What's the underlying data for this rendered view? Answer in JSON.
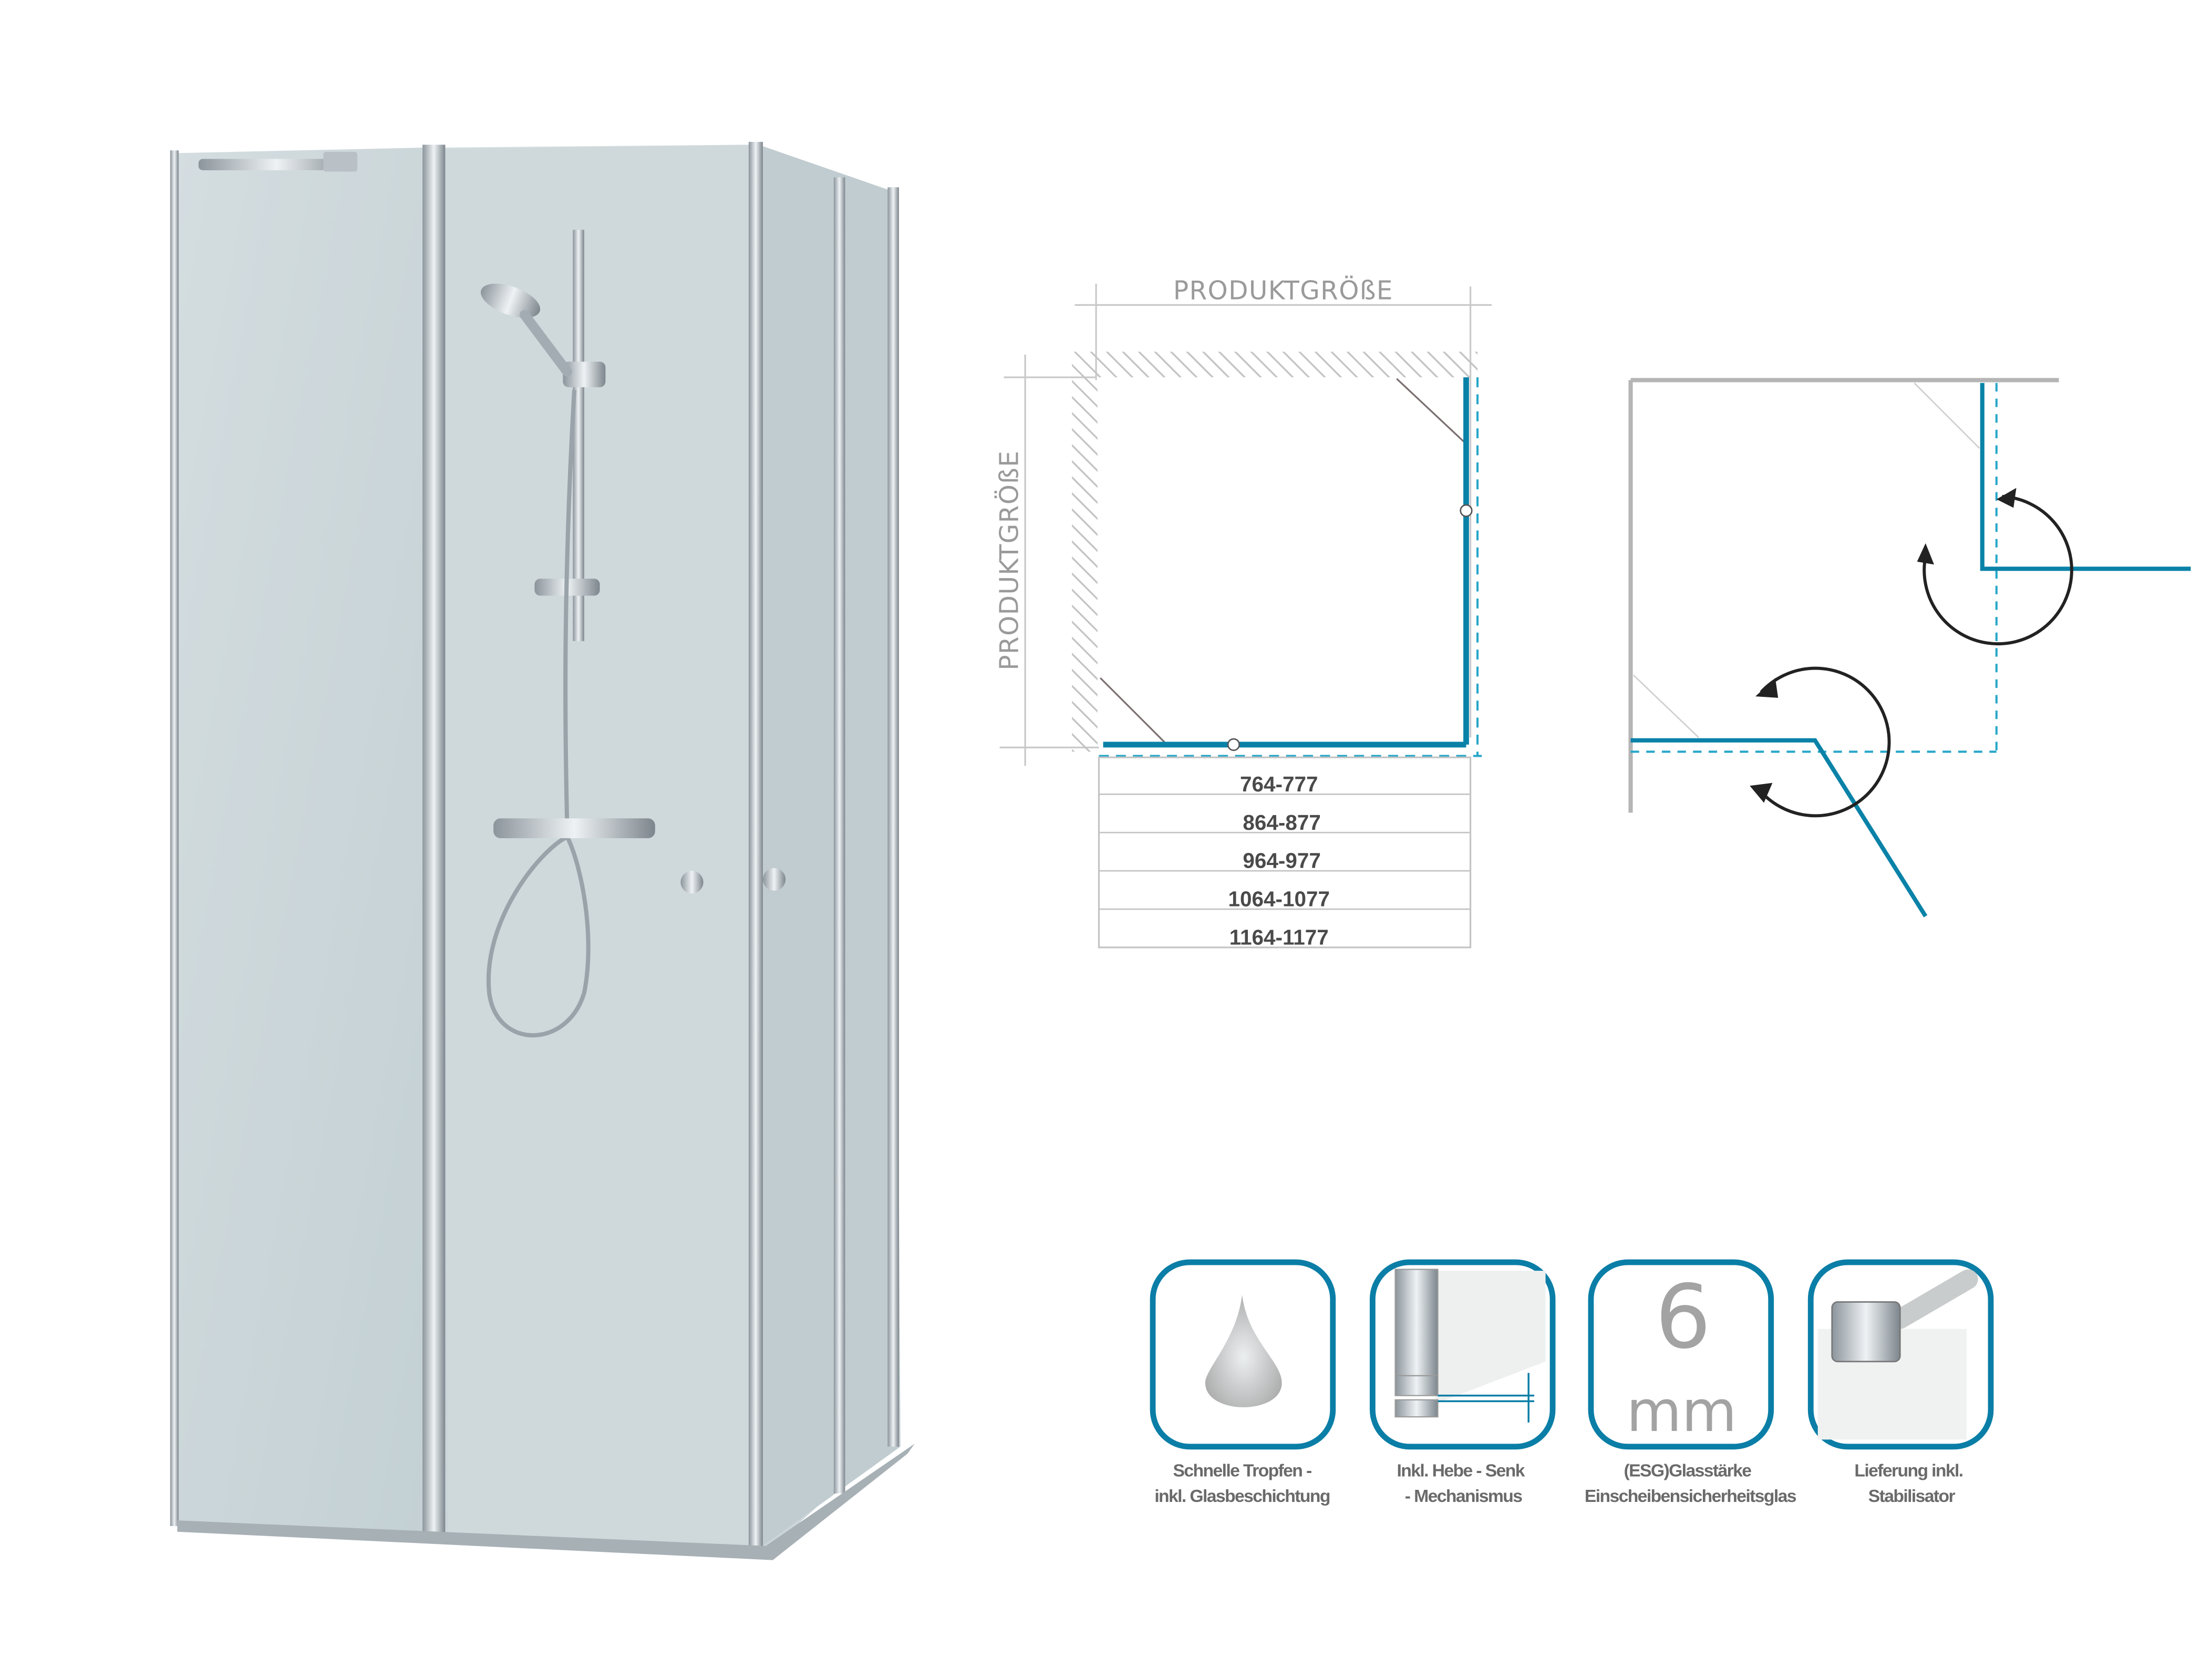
{
  "diagram": {
    "width_label": "PRODUKTGRÖßE",
    "depth_label": "PRODUKTGRÖßE",
    "size_rows": [
      "764-777",
      "864-877",
      "964-977",
      "1064-1077",
      "1164-1177"
    ]
  },
  "colors": {
    "accent": "#0a82a8",
    "dashed": "#25a6c8",
    "frame": "#b5b5b5"
  },
  "features": [
    {
      "icon": "water-drop-icon",
      "line1": "Schnelle Tropfen -",
      "line2": "inkl. Glasbeschichtung"
    },
    {
      "icon": "lift-hinge-icon",
      "line1": "Inkl. Hebe - Senk",
      "line2": "- Mechanismus"
    },
    {
      "icon": "glass-thickness-icon",
      "number": "6",
      "unit": "mm",
      "line1": "(ESG)Glasstärke",
      "line2": "Einscheibensicherheitsglas"
    },
    {
      "icon": "stabilizer-icon",
      "line1": "Lieferung inkl.",
      "line2": "Stabilisator"
    }
  ]
}
